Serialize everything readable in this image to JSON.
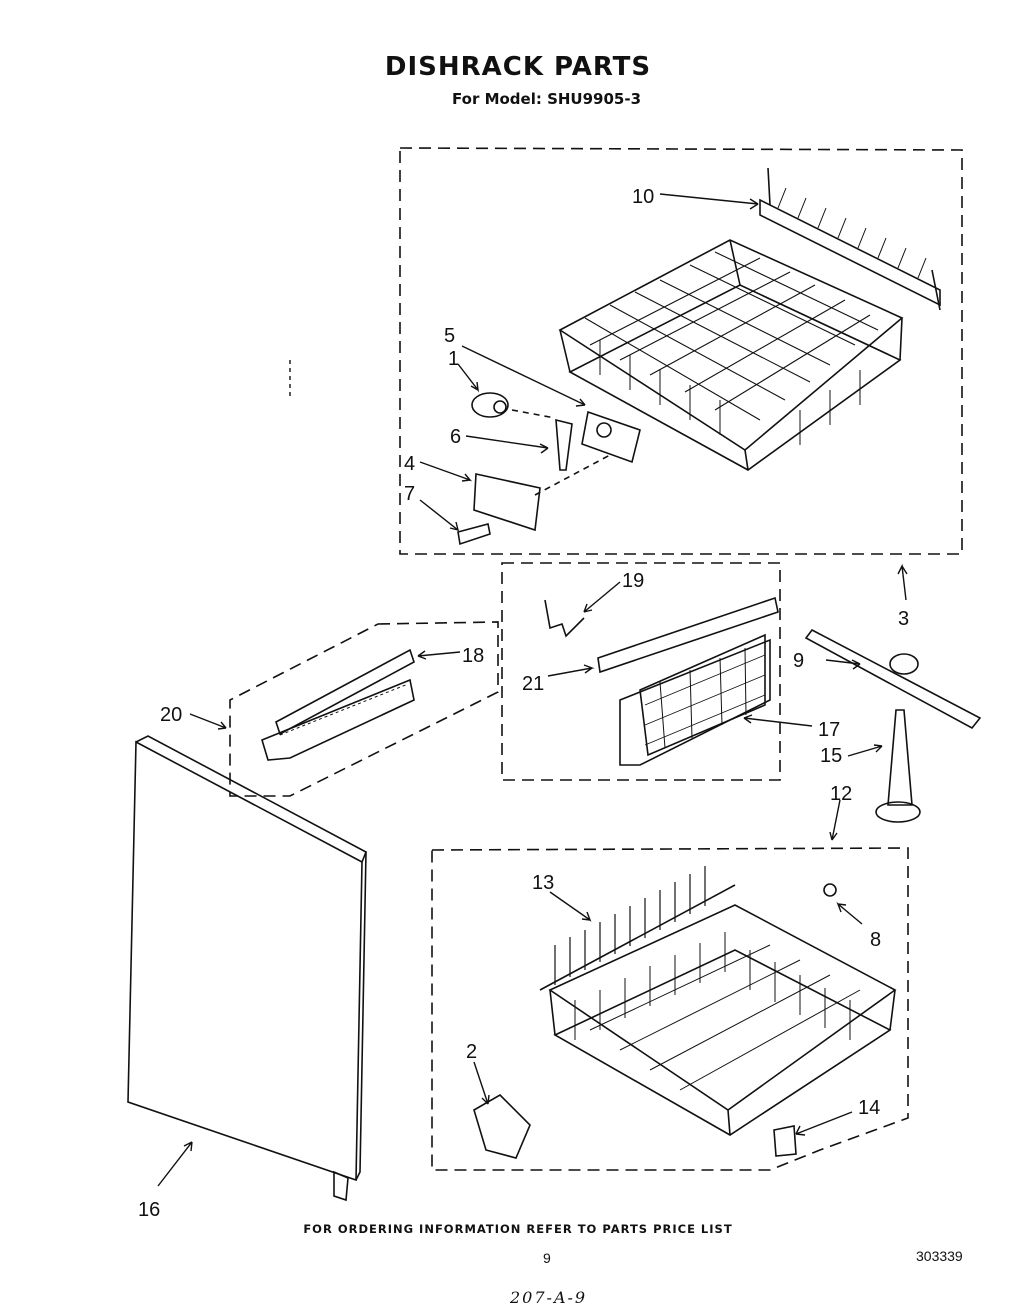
{
  "header": {
    "title": "DISHRACK PARTS",
    "subtitle": "For Model: SHU9905-3"
  },
  "footer": {
    "ordering_note": "FOR ORDERING INFORMATION REFER TO PARTS PRICE LIST",
    "page_number": "9",
    "document_number": "303339",
    "handwritten_note": "207-A-9"
  },
  "callouts": {
    "c1": "1",
    "c2": "2",
    "c3": "3",
    "c4": "4",
    "c5": "5",
    "c6": "6",
    "c7": "7",
    "c8": "8",
    "c9": "9",
    "c10": "10",
    "c12": "12",
    "c13": "13",
    "c14": "14",
    "c15": "15",
    "c16": "16",
    "c17": "17",
    "c18": "18",
    "c19": "19",
    "c20": "20",
    "c21": "21"
  }
}
